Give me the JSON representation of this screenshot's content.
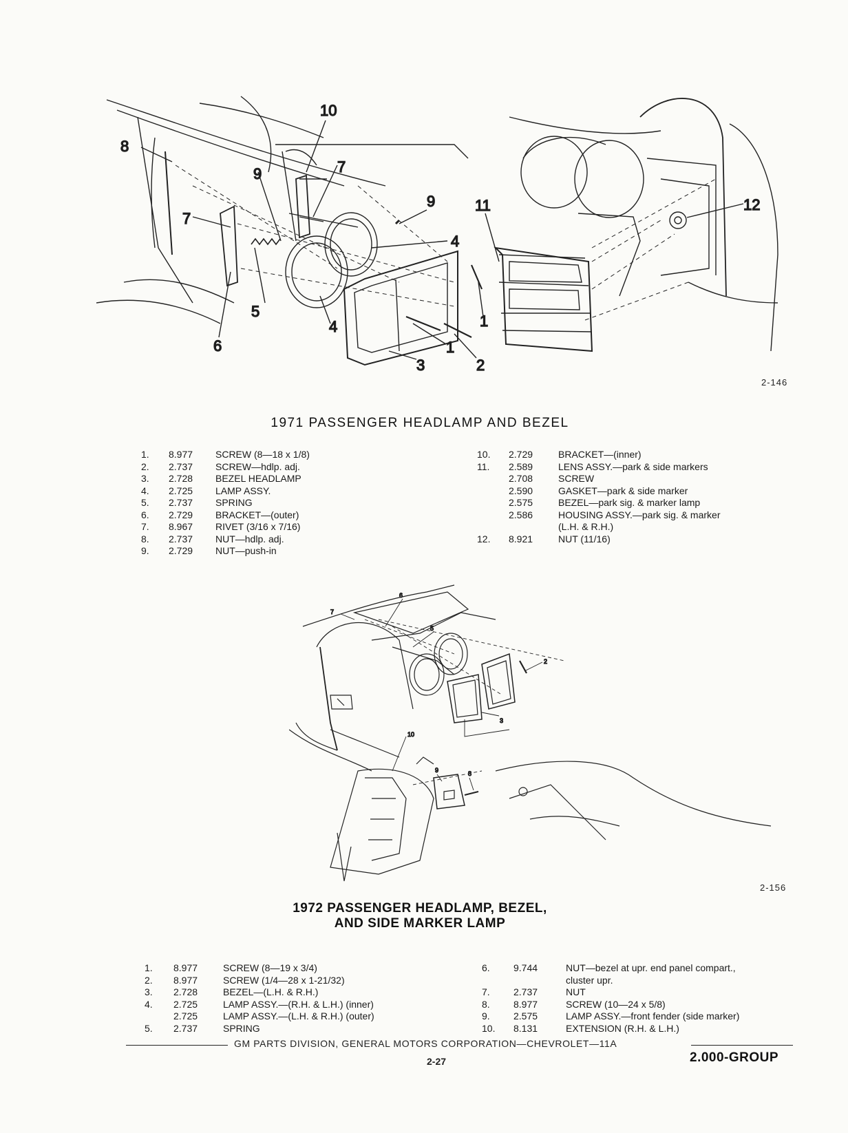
{
  "figure1": {
    "callouts": [
      "10",
      "8",
      "7",
      "9",
      "7",
      "9",
      "11",
      "12",
      "4",
      "5",
      "4",
      "1",
      "1",
      "6",
      "3",
      "2"
    ],
    "figure_number": "2-146",
    "title": "1971 PASSENGER HEADLAMP AND BEZEL",
    "parts_left": [
      {
        "num": "1.",
        "part": "8.977",
        "desc": "SCREW (8—18 x 1/8)"
      },
      {
        "num": "2.",
        "part": "2.737",
        "desc": "SCREW—hdlp. adj."
      },
      {
        "num": "3.",
        "part": "2.728",
        "desc": "BEZEL HEADLAMP"
      },
      {
        "num": "4.",
        "part": "2.725",
        "desc": "LAMP ASSY."
      },
      {
        "num": "5.",
        "part": "2.737",
        "desc": "SPRING"
      },
      {
        "num": "6.",
        "part": "2.729",
        "desc": "BRACKET—(outer)"
      },
      {
        "num": "7.",
        "part": "8.967",
        "desc": "RIVET (3/16 x 7/16)"
      },
      {
        "num": "8.",
        "part": "2.737",
        "desc": "NUT—hdlp. adj."
      },
      {
        "num": "9.",
        "part": "2.729",
        "desc": "NUT—push-in"
      }
    ],
    "parts_right": [
      {
        "num": "10.",
        "part": "2.729",
        "desc": "BRACKET—(inner)"
      },
      {
        "num": "11.",
        "part": "2.589",
        "desc": "LENS ASSY.—park & side markers"
      },
      {
        "num": "",
        "part": "2.708",
        "desc": "SCREW"
      },
      {
        "num": "",
        "part": "2.590",
        "desc": "GASKET—park & side marker"
      },
      {
        "num": "",
        "part": "2.575",
        "desc": "BEZEL—park sig. & marker lamp"
      },
      {
        "num": "",
        "part": "2.586",
        "desc": "HOUSING ASSY.—park sig. & marker"
      },
      {
        "num": "",
        "part": "",
        "desc": "(L.H. & R.H.)"
      },
      {
        "num": "12.",
        "part": "8.921",
        "desc": "NUT (11/16)"
      }
    ]
  },
  "figure2": {
    "callouts": [
      "6",
      "5",
      "7",
      "2",
      "3",
      "10",
      "9",
      "8"
    ],
    "figure_number": "2-156",
    "title_line1": "1972 PASSENGER HEADLAMP, BEZEL,",
    "title_line2": "AND SIDE MARKER LAMP",
    "parts_left": [
      {
        "num": "1.",
        "part": "8.977",
        "desc": "SCREW (8—19 x 3/4)"
      },
      {
        "num": "2.",
        "part": "8.977",
        "desc": "SCREW (1/4—28 x 1-21/32)"
      },
      {
        "num": "3.",
        "part": "2.728",
        "desc": "BEZEL—(L.H. & R.H.)"
      },
      {
        "num": "4.",
        "part": "2.725",
        "desc": "LAMP ASSY.—(R.H. & L.H.) (inner)"
      },
      {
        "num": "",
        "part": "2.725",
        "desc": "LAMP ASSY.—(L.H. & R.H.) (outer)"
      },
      {
        "num": "5.",
        "part": "2.737",
        "desc": "SPRING"
      }
    ],
    "parts_right": [
      {
        "num": "6.",
        "part": "9.744",
        "desc": "NUT—bezel at upr. end panel compart.,"
      },
      {
        "num": "",
        "part": "",
        "desc": "cluster upr."
      },
      {
        "num": "7.",
        "part": "2.737",
        "desc": "NUT"
      },
      {
        "num": "8.",
        "part": "8.977",
        "desc": "SCREW (10—24 x 5/8)"
      },
      {
        "num": "9.",
        "part": "2.575",
        "desc": "LAMP ASSY.—front fender (side marker)"
      },
      {
        "num": "10.",
        "part": "8.131",
        "desc": "EXTENSION (R.H. & L.H.)"
      }
    ]
  },
  "footer": {
    "text": "GM PARTS DIVISION, GENERAL MOTORS CORPORATION—CHEVROLET—11A",
    "page": "2-27",
    "group": "2.000-GROUP"
  }
}
